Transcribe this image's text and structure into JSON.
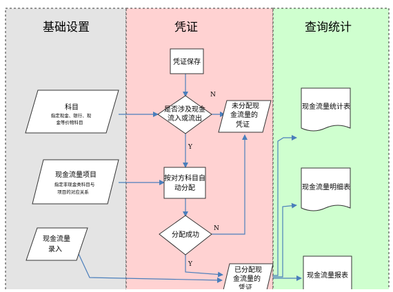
{
  "lanes": [
    {
      "id": "basic",
      "title": "基础设置",
      "color": "#e4e4e4"
    },
    {
      "id": "voucher",
      "title": "凭证",
      "color": "#ffd2d2"
    },
    {
      "id": "query",
      "title": "查询统计",
      "color": "#cfffcf"
    }
  ],
  "nodes": {
    "voucher_save": "凭证保存",
    "decision_cash": [
      "是否涉及现金",
      "流入或流出"
    ],
    "unallocated": [
      "未分配现",
      "金流量的",
      "凭证"
    ],
    "subject_title": "科目",
    "subject_desc": [
      "指定现金、银行、现",
      "金等价物科目"
    ],
    "cash_item_title": "现金流量项目",
    "cash_item_desc": [
      "指定非现金类科目与",
      "项目的对应关系"
    ],
    "auto_allocate": [
      "按对方科目自",
      "动分配"
    ],
    "allocate_success": "分配成功",
    "manual_entry": [
      "现金流量",
      "录入"
    ],
    "allocated": [
      "已分配现",
      "金流量的",
      "凭证"
    ],
    "stat_report": "现金流量统计表",
    "detail_report": "现金流量明细表",
    "cash_report": "现金流量报表"
  },
  "edge_labels": {
    "n1": "N",
    "y1": "Y",
    "n2": "N",
    "y2": "Y"
  },
  "colors": {
    "line": "#4a7ebb",
    "node_fill": "#ffffff",
    "node_stroke": "#333333"
  }
}
